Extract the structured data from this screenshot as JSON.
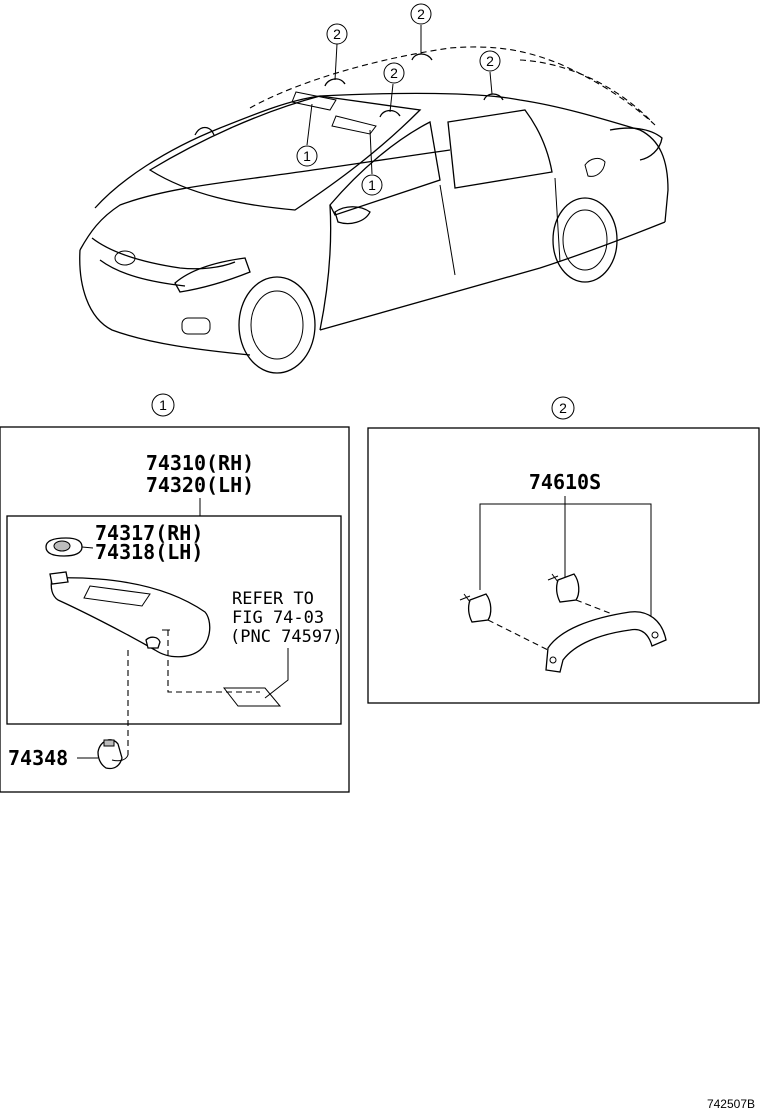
{
  "callouts": {
    "visor": "1",
    "grip": "2"
  },
  "panel1": {
    "visor_rh": "74310(RH)",
    "visor_lh": "74320(LH)",
    "holder_rh": "74317(RH)",
    "holder_lh": "74318(LH)",
    "ref_line1": "REFER TO",
    "ref_line2": "FIG 74-03",
    "ref_line3": "(PNC 74597)",
    "clip": "74348"
  },
  "panel2": {
    "grip_assy": "74610S"
  },
  "figure_id": "742507B"
}
